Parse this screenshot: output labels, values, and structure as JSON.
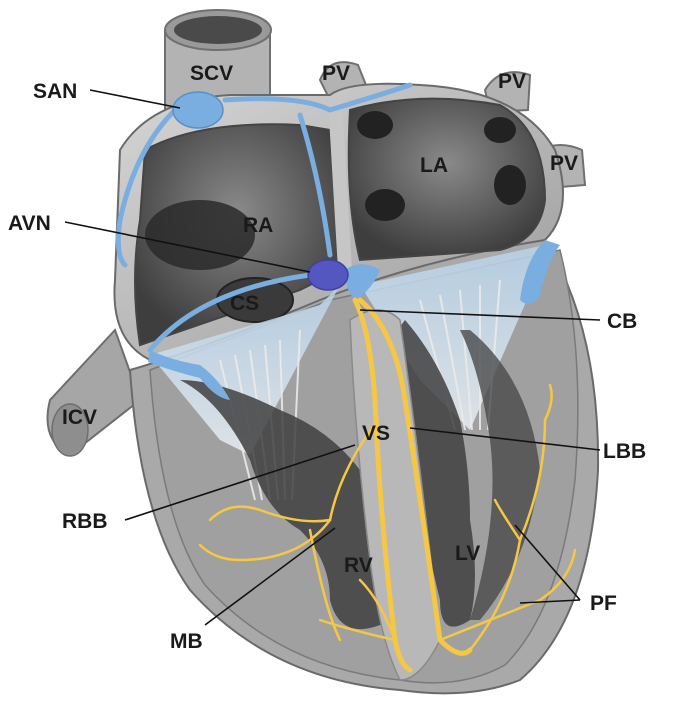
{
  "labels": {
    "scv": "SCV",
    "san": "SAN",
    "pv1": "PV",
    "pv2": "PV",
    "pv3": "PV",
    "la": "LA",
    "ra": "RA",
    "avn": "AVN",
    "cs": "CS",
    "cb": "CB",
    "icv": "ICV",
    "vs": "VS",
    "lbb": "LBB",
    "rbb": "RBB",
    "rv": "RV",
    "lv": "LV",
    "mb": "MB",
    "pf": "PF"
  },
  "colors": {
    "tissue": "#b4b4b4",
    "tissue_dark": "#8c8c8c",
    "cavity": "#565656",
    "conduction_blue": "#7aaee0",
    "node_purple": "#5557c0",
    "purkinje_yellow": "#f6c744",
    "valve_light": "#c9dceb"
  }
}
